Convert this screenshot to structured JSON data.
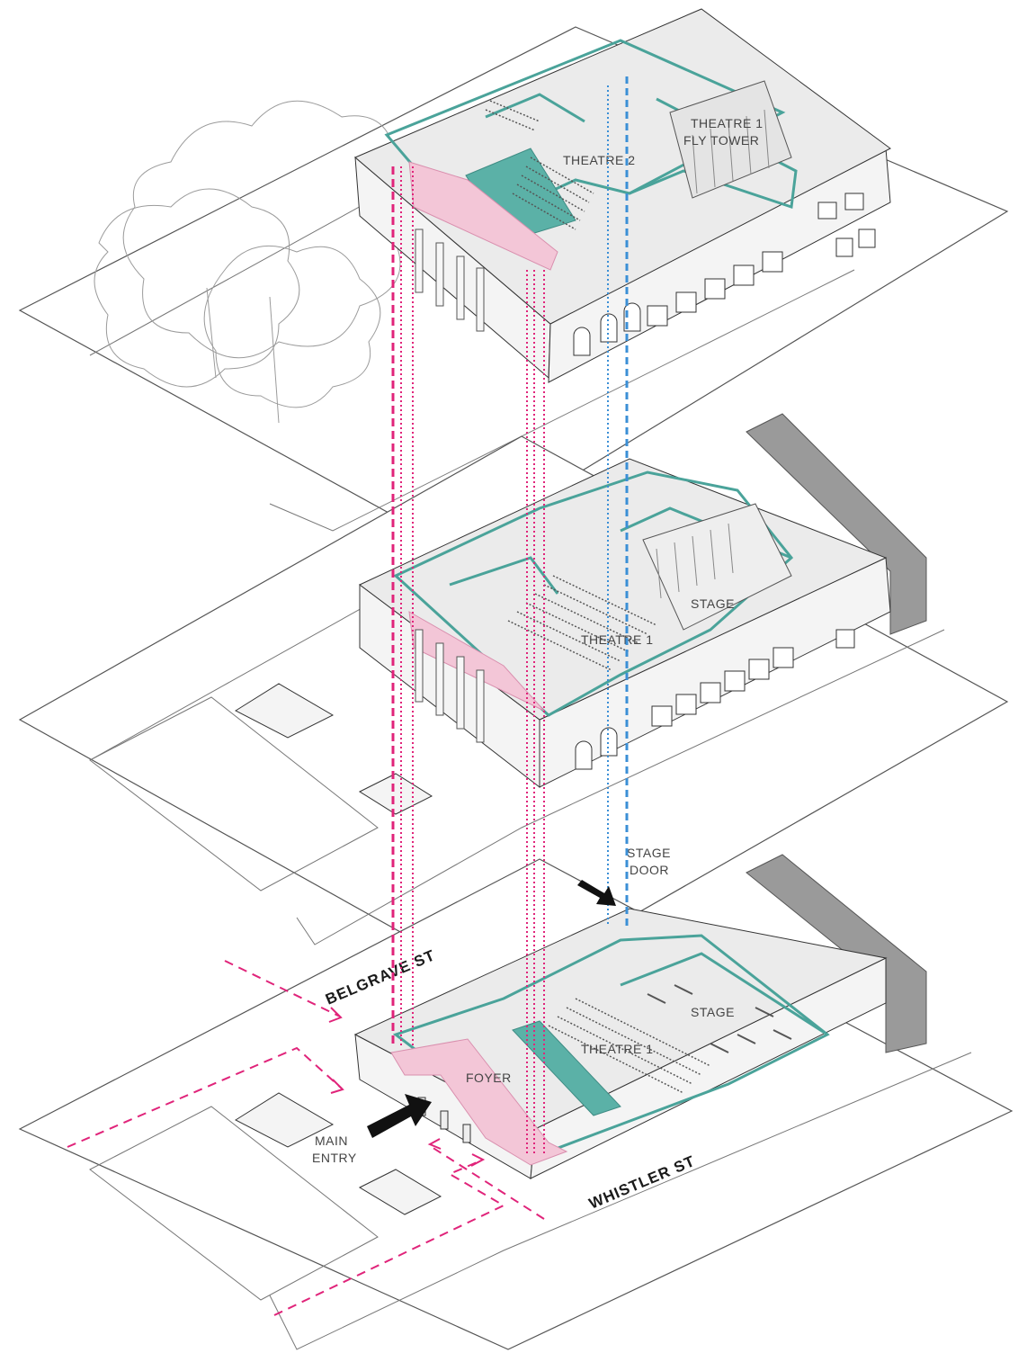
{
  "labels": {
    "theatre1_fly_tower_line1": "THEATRE 1",
    "theatre1_fly_tower_line2": "FLY TOWER",
    "theatre2": "THEATRE 2",
    "stage_mid": "STAGE",
    "theatre1_mid": "THEATRE 1",
    "stage_door_line1": "STAGE",
    "stage_door_line2": "DOOR",
    "stage_ground": "STAGE",
    "theatre1_ground": "THEATRE 1",
    "foyer": "FOYER",
    "main_entry_line1": "MAIN",
    "main_entry_line2": "ENTRY",
    "belgrave_st": "BELGRAVE ST",
    "whistler_st": "WHISTLER ST"
  },
  "colors": {
    "circulation_pink": "#e0247a",
    "circulation_fill": "#f3c6d7",
    "service_blue": "#3b8fd6",
    "wall_teal": "#4aa39a",
    "arrow": "#111111"
  },
  "icons": [
    "main-entry-arrow-icon",
    "stage-door-arrow-icon",
    "approach-path-dashes"
  ]
}
